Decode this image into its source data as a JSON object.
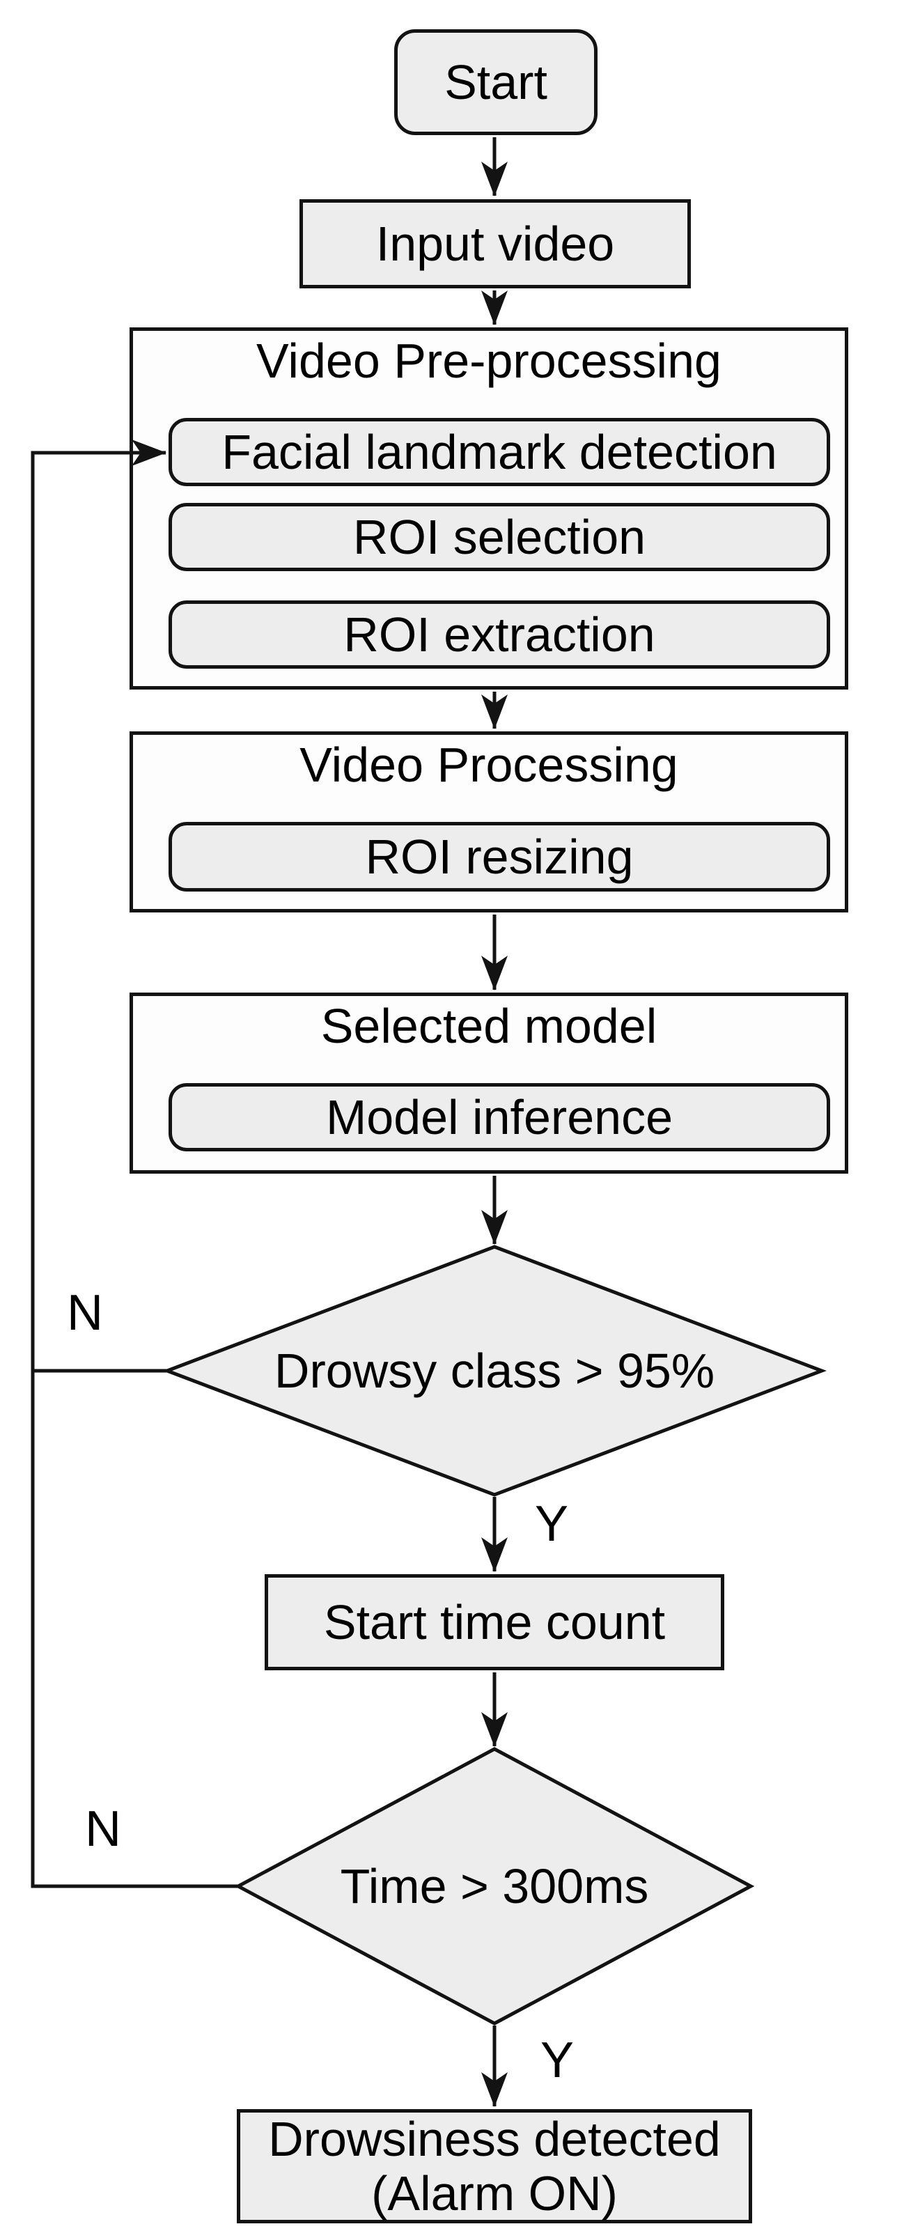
{
  "colors": {
    "background": "#ffffff",
    "node_fill": "#ededed",
    "container_fill": "#fdfdfd",
    "line": "#131313",
    "text": "#000000"
  },
  "flow": {
    "start": {
      "label": "Start"
    },
    "input_video": {
      "label": "Input video"
    },
    "video_preprocessing": {
      "title": "Video Pre-processing",
      "steps": [
        "Facial landmark detection",
        "ROI selection",
        "ROI extraction"
      ]
    },
    "video_processing": {
      "title": "Video Processing",
      "steps": [
        "ROI resizing"
      ]
    },
    "selected_model": {
      "title": "Selected model",
      "steps": [
        "Model inference"
      ]
    },
    "decision_drowsy": {
      "label": "Drowsy class > 95%",
      "no_label": "N",
      "yes_label": "Y"
    },
    "start_time_count": {
      "label": "Start time count"
    },
    "decision_time": {
      "label": "Time > 300ms",
      "no_label": "N",
      "yes_label": "Y"
    },
    "result": {
      "line1": "Drowsiness detected",
      "line2": "(Alarm ON)"
    }
  }
}
